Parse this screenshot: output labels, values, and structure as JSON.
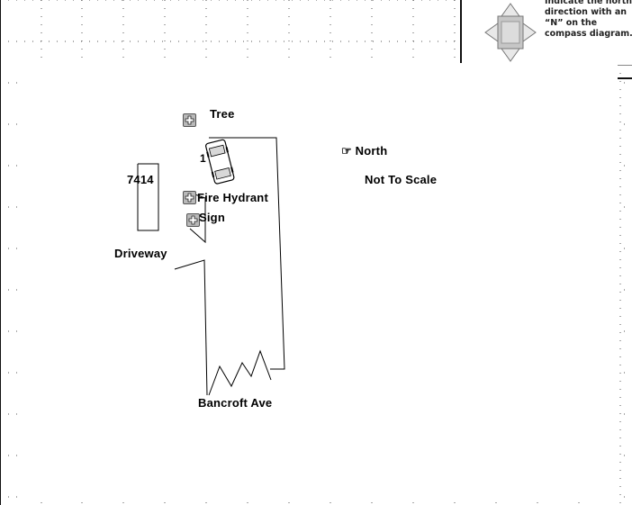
{
  "compass": {
    "instruction": "Indicate the north direction with an “N” on the compass diagram."
  },
  "labels": {
    "tree": "Tree",
    "fire_hydrant": "Fire Hydrant",
    "sign": "Sign",
    "house_number": "7414",
    "driveway": "Driveway",
    "street": "Bancroft Ave",
    "north": "North",
    "north_glyph": "☞",
    "scale": "Not To Scale",
    "vehicle_number": "1"
  },
  "icons": {
    "compass": "compass-rose-icon",
    "handle": "move-handle-icon",
    "pointer": "pointing-hand-icon",
    "vehicle": "car-icon"
  },
  "colors": {
    "grid_dot": "#555555",
    "handle_fill": "#b9b9b9",
    "ink": "#000000"
  }
}
